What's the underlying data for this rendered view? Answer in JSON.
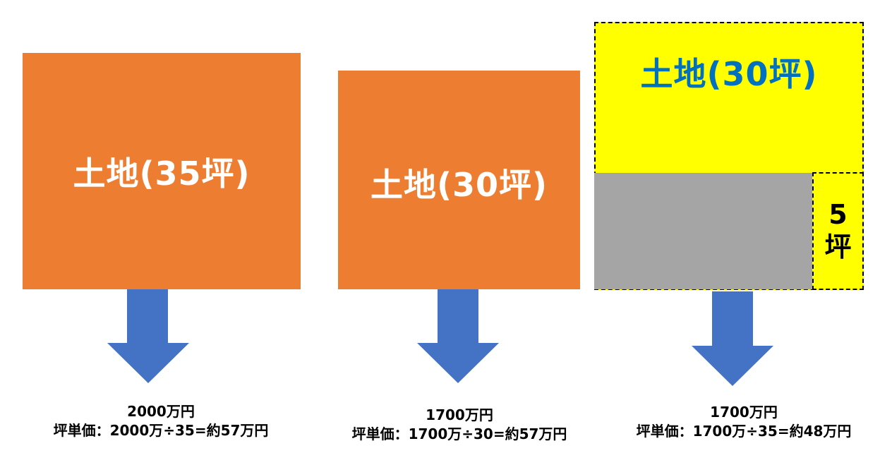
{
  "colors": {
    "orange": "#ed7d31",
    "yellow": "#ffff00",
    "gray": "#a5a5a5",
    "arrow_blue": "#4472c4",
    "blue_text": "#0070c0"
  },
  "panels": [
    {
      "land_label": "土地(35坪)",
      "arrow_icon": "down-arrow",
      "price": "2000万円",
      "unit_price": "坪単価：2000万÷35=約57万円"
    },
    {
      "land_label": "土地(30坪)",
      "arrow_icon": "down-arrow",
      "price": "1700万円",
      "unit_price": "坪単価：1700万÷30=約57万円"
    },
    {
      "land_label": "土地(30坪)",
      "extra_area": {
        "line1": "5",
        "line2": "坪"
      },
      "arrow_icon": "down-arrow",
      "price": "1700万円",
      "unit_price": "坪単価：1700万÷35=約48万円"
    }
  ]
}
